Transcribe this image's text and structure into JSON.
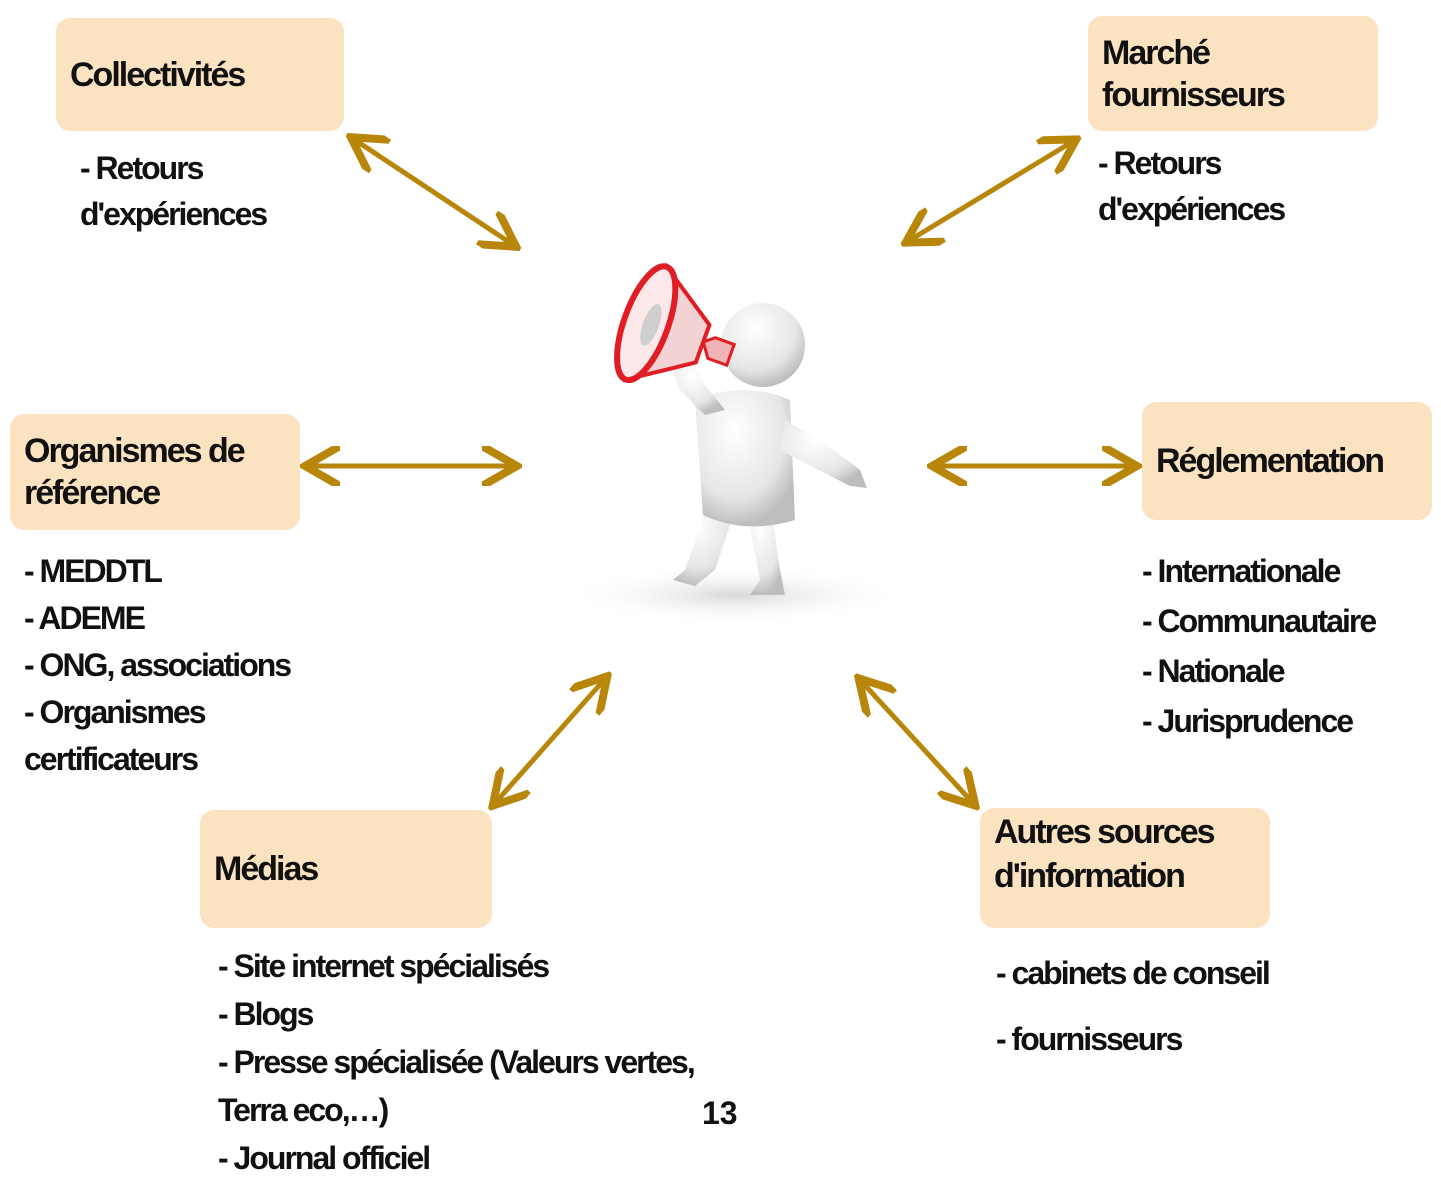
{
  "nodes": {
    "collectivites": {
      "title": "Collectivités",
      "items": [
        "- Retours d'expériences"
      ]
    },
    "marche": {
      "title": "Marché fournisseurs",
      "items": [
        "- Retours d'expériences"
      ]
    },
    "organismes": {
      "title": "Organismes de référence",
      "items": [
        "- MEDDTL",
        "- ADEME",
        "- ONG, associations",
        "- Organismes certificateurs"
      ]
    },
    "reglementation": {
      "title": "Réglementation",
      "items": [
        "- Internationale",
        "- Communautaire",
        "- Nationale",
        "- Jurisprudence"
      ]
    },
    "medias": {
      "title": "Médias",
      "items": [
        "- Site internet spécialisés",
        "- Blogs",
        "- Presse spécialisée (Valeurs vertes, Terra eco,…)",
        "- Journal officiel"
      ]
    },
    "autres": {
      "title": "Autres sources d'information",
      "items": [
        "- cabinets de conseil",
        "- fournisseurs"
      ]
    }
  },
  "page_number": "13",
  "colors": {
    "box_fill": "#fbe3c2",
    "arrow": "#b8860b",
    "megaphone": "#e01c24"
  },
  "center_icon": "person-with-megaphone-icon"
}
